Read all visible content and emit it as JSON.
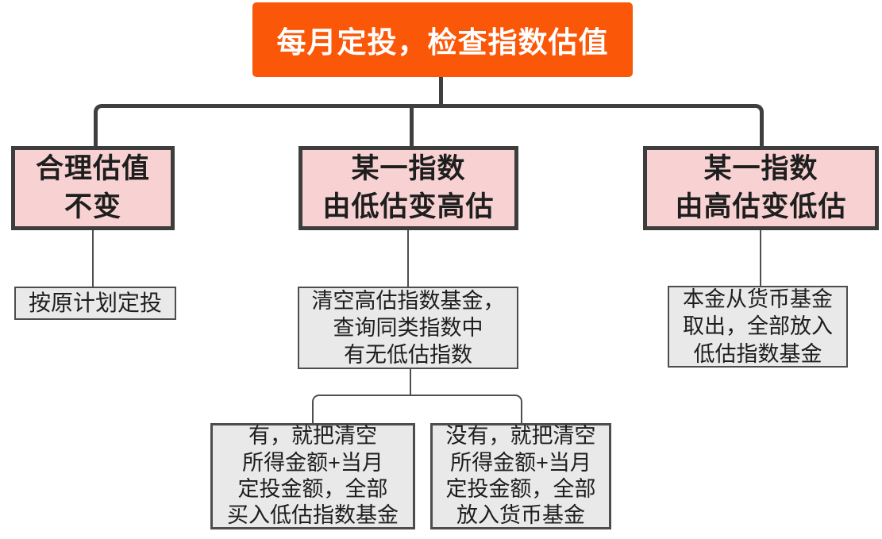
{
  "diagram": {
    "title": "monthly-investment-valuation-check-flowchart",
    "root": {
      "label": "每月定投，检查指数估值"
    },
    "branches": [
      {
        "condition": [
          "合理估值",
          "不变"
        ],
        "action": [
          "按原计划定投"
        ]
      },
      {
        "condition": [
          "某一指数",
          "由低估变高估"
        ],
        "action": [
          "清空高估指数基金，",
          "查询同类指数中",
          "有无低估指数"
        ],
        "sub_branches": [
          {
            "action": [
              "有，就把清空",
              "所得金额+当月",
              "定投金额，全部",
              "买入低估指数基金"
            ]
          },
          {
            "action": [
              "没有，就把清空",
              "所得金额+当月",
              "定投金额，全部",
              "放入货币基金"
            ]
          }
        ]
      },
      {
        "condition": [
          "某一指数",
          "由高估变低估"
        ],
        "action": [
          "本金从货币基金",
          "取出，全部放入",
          "低估指数基金"
        ]
      }
    ],
    "colors": {
      "root_background": "#fb5708",
      "root_text": "#ffffff",
      "condition_background": "#f8d2d2",
      "condition_border": "#3d3d3d",
      "action_background": "#e9e9e9",
      "action_border": "#4d4d4d",
      "connector_thick": "#3f3f3f",
      "connector_thin": "#4f4f4f",
      "text": "#1e1e1e",
      "page_background": "#ffffff"
    }
  }
}
